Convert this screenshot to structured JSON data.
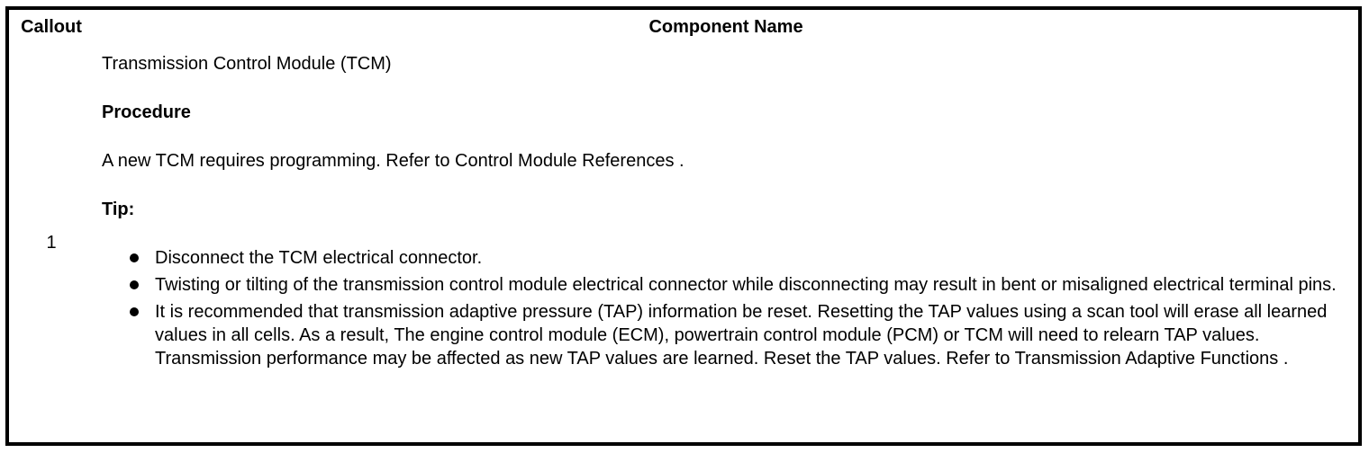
{
  "table": {
    "colors": {
      "border": "#000000",
      "background": "#ffffff",
      "text": "#000000"
    },
    "headers": {
      "callout": "Callout",
      "component_name": "Component Name"
    },
    "rows": [
      {
        "callout": "1",
        "title": "Transmission Control Module (TCM)",
        "procedure_label": "Procedure",
        "procedure_text": "A new TCM requires programming. Refer to Control Module References .",
        "tip_label": "Tip:",
        "tips": [
          "Disconnect the TCM electrical connector.",
          "Twisting or tilting of the transmission control module electrical connector while disconnecting may result in bent or misaligned electrical terminal pins.",
          "It is recommended that transmission adaptive pressure (TAP) information be reset. Resetting the TAP values using a scan tool will erase all learned values in all cells. As a result, The engine control module (ECM), powertrain control module (PCM) or TCM will need to relearn TAP values. Transmission performance may be affected as new TAP values are learned. Reset the TAP values. Refer to Transmission Adaptive Functions ."
        ]
      }
    ]
  }
}
